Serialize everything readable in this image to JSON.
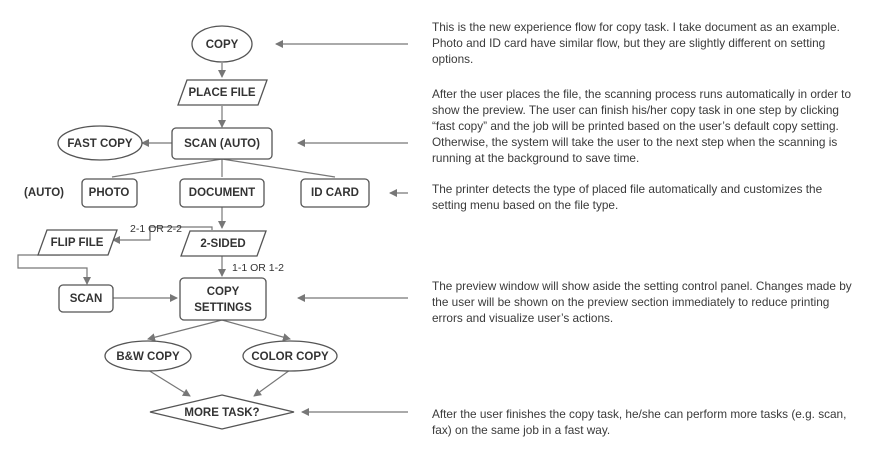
{
  "nodes": {
    "copy": "COPY",
    "place_file": "PLACE FILE",
    "fast_copy": "FAST COPY",
    "scan_auto": "SCAN (AUTO)",
    "auto_label": "(AUTO)",
    "photo": "PHOTO",
    "document": "DOCUMENT",
    "id_card": "ID CARD",
    "flip_file": "FLIP FILE",
    "two_sided": "2-SIDED",
    "scan": "SCAN",
    "copy_settings_line1": "COPY",
    "copy_settings_line2": "SETTINGS",
    "bw_copy": "B&W COPY",
    "color_copy": "COLOR COPY",
    "more_task": "MORE TASK?"
  },
  "edge_labels": {
    "two_one_or_two_two": "2-1 OR 2-2",
    "one_one_or_one_two": "1-1 OR 1-2"
  },
  "notes": {
    "copy": "This is the new experience flow for copy task. I take document as an example. Photo and ID card have similar flow, but they are slightly different on setting options.",
    "scan": "After the user places the file, the scanning process runs automatically in order to show the preview. The user can finish his/her copy task in one step by clicking “fast copy” and the job will be printed based on the user’s default copy setting. Otherwise, the system will take the user to the next step when the scanning is running at the background to save time.",
    "file_type": "The printer detects the type of placed file automatically and customizes the setting menu based on the file type.",
    "preview": "The preview window will show aside the setting control panel. Changes made by the user will be shown on the preview section immediately to reduce printing errors and visualize user’s actions.",
    "more_task": "After the user finishes the copy task, he/she can perform more tasks (e.g. scan, fax) on the same job in a fast way."
  },
  "colors": {
    "stroke": "#555555",
    "connector": "#777777",
    "text": "#333333"
  }
}
